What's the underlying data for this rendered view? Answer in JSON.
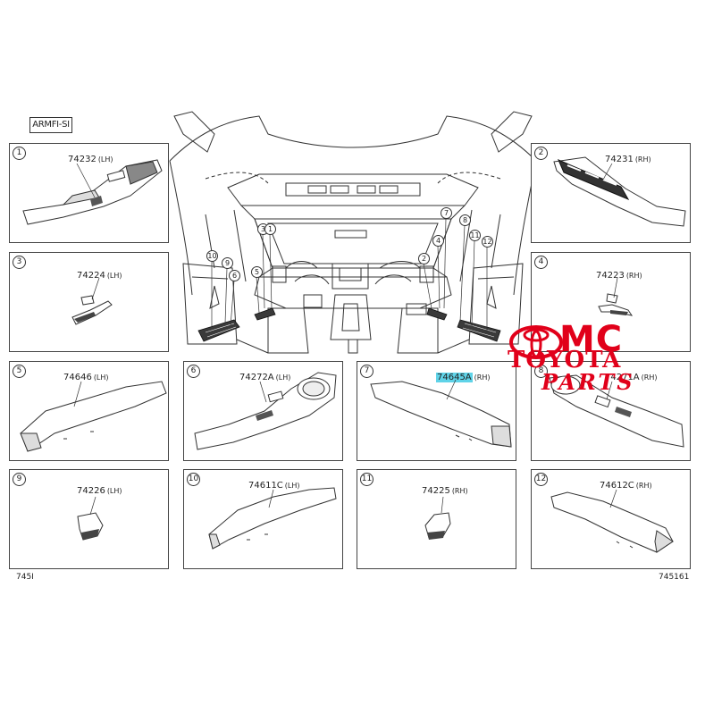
{
  "diagram": {
    "tag": "ARMFI-SI",
    "footer_left": "745I",
    "footer_right": "745161"
  },
  "panels": [
    {
      "num": "1",
      "part": "74232",
      "side": "(LH)"
    },
    {
      "num": "2",
      "part": "74231",
      "side": "(RH)"
    },
    {
      "num": "3",
      "part": "74224",
      "side": "(LH)"
    },
    {
      "num": "4",
      "part": "74223",
      "side": "(RH)"
    },
    {
      "num": "5",
      "part": "74646",
      "side": "(LH)"
    },
    {
      "num": "6",
      "part": "74272A",
      "side": "(LH)"
    },
    {
      "num": "7",
      "part": "74645A",
      "side": "(RH)"
    },
    {
      "num": "8",
      "part": "74271A",
      "side": "(RH)"
    },
    {
      "num": "9",
      "part": "74226",
      "side": "(LH)"
    },
    {
      "num": "10",
      "part": "74611C",
      "side": "(LH)"
    },
    {
      "num": "11",
      "part": "74225",
      "side": "(RH)"
    },
    {
      "num": "12",
      "part": "74612C",
      "side": "(RH)"
    }
  ],
  "callouts": [
    "10",
    "9",
    "6",
    "5",
    "3",
    "1",
    "2",
    "4",
    "7",
    "8",
    "11",
    "12"
  ],
  "watermark": {
    "line1": "MC",
    "line2": "TOYOTA",
    "line3": "PARTS",
    "color": "#e1001a"
  },
  "highlight_color": "#5fd3e8"
}
